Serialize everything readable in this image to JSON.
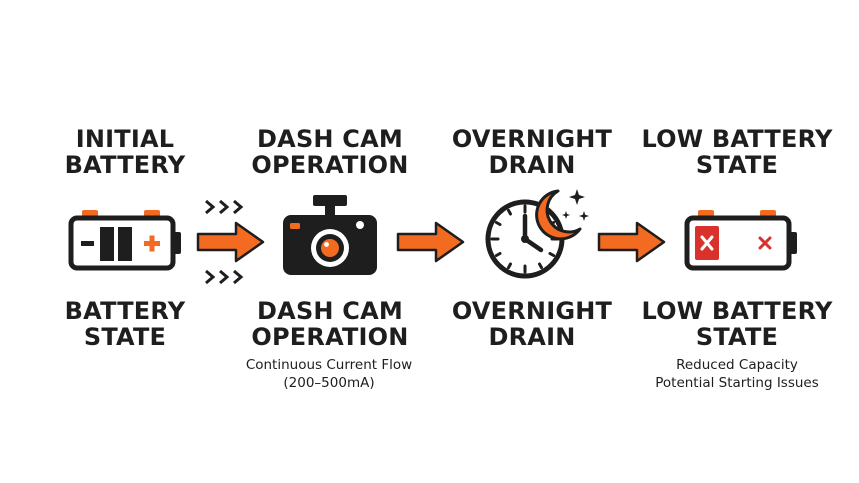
{
  "colors": {
    "accent": "#f26b21",
    "ink": "#1e1e1e",
    "warn": "#d9312b"
  },
  "stages": [
    {
      "top_title": [
        "INITIAL",
        "BATTERY"
      ],
      "bottom_title": [
        "BATTERY",
        "STATE"
      ],
      "caption": [],
      "icon": "full-battery-icon"
    },
    {
      "top_title": [
        "DASH CAM",
        "OPERATION"
      ],
      "bottom_title": [
        "DASH CAM",
        "OPERATION"
      ],
      "caption": [
        "Continuous Current Flow",
        "(200–500mA)"
      ],
      "icon": "dash-cam-icon"
    },
    {
      "top_title": [
        "OVERNIGHT",
        "DRAIN"
      ],
      "bottom_title": [
        "OVERNIGHT",
        "DRAIN"
      ],
      "caption": [],
      "icon": "clock-moon-icon"
    },
    {
      "top_title": [
        "LOW BATTERY",
        "STATE"
      ],
      "bottom_title": [
        "LOW BATTERY",
        "STATE"
      ],
      "caption": [
        "Reduced Capacity",
        "Potential Starting Issues"
      ],
      "icon": "low-battery-icon"
    }
  ],
  "connectors": [
    "arrow-right-icon",
    "arrow-right-icon",
    "arrow-right-icon"
  ],
  "flow_indicators": [
    "chevrons-right-icon",
    "chevrons-right-icon"
  ]
}
